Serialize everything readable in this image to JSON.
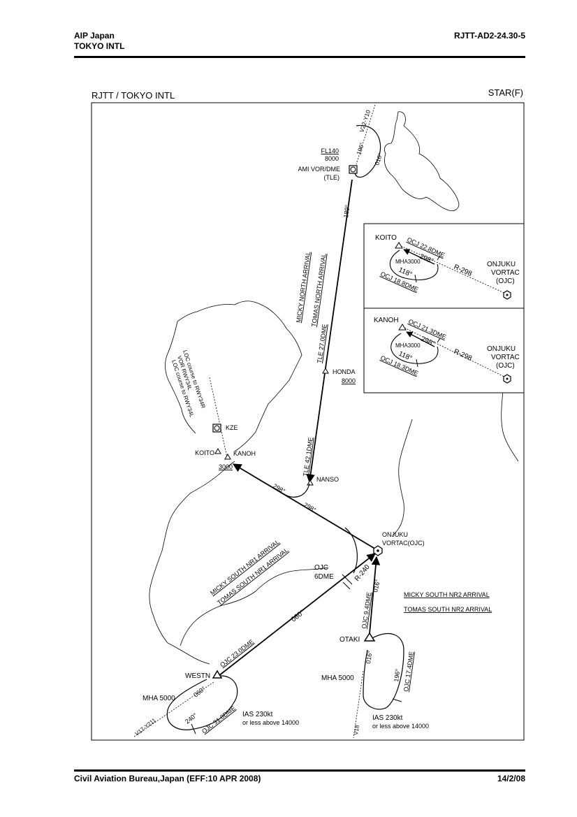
{
  "header": {
    "left_line1": "AIP Japan",
    "left_line2": "TOKYO INTL",
    "right": "RJTT-AD2-24.30-5"
  },
  "chart": {
    "title": "RJTT / TOKYO  INTL",
    "type_label": "STAR(F)",
    "airway_north": "V22-Y10",
    "ami": {
      "name": "AMI VOR/DME",
      "ident": "(TLE)",
      "fl": "FL140",
      "alt": "8000",
      "out": "196°",
      "in": "016°"
    },
    "track_189": "189°",
    "arrivals_north": [
      "MICKY NORTH ARRIVAL",
      "TOMAS NORTH ARRIVAL"
    ],
    "tle27": "TLE 27.0DME",
    "honda": {
      "name": "HONDA",
      "alt": "8000"
    },
    "tle42": "TLE 42.1DME",
    "nanso": "NANSO",
    "loc_notes": [
      "LOC course to RWY34R",
      "VOR RWY34L",
      "LOC course to RWY34L"
    ],
    "kze": "KZE",
    "koito": "KOITO",
    "kanoh": "KANOH",
    "kanoh_alt": "3000",
    "r298a": "298°",
    "r298b": "298°",
    "onjuku": {
      "line1": "ONJUKU",
      "line2": "VORTAC(OJC)"
    },
    "ojc6": {
      "line1": "OJC",
      "line2": "6DME"
    },
    "r240": "R-240",
    "r016": "016°",
    "arrivals_south1": [
      "MICKY SOUTH NR1 ARRIVAL",
      "TOMAS SOUTH NR1 ARRIVAL"
    ],
    "arrivals_south2": [
      "MICKY SOUTH NR2 ARRIVAL",
      "TOMAS SOUTH NR2 ARRIVAL"
    ],
    "track_060": "060°",
    "ojc230": "OJC 23.0DME",
    "westn": "WESTN",
    "westn_mha": "MHA 5000",
    "westn_in": "060°",
    "westn_out": "240°",
    "ojc310": "OJC 31.0DME",
    "airway_sw": "V17-Y211",
    "ias_w": [
      "IAS 230kt",
      "or less above 14000"
    ],
    "ojc94": "OJC 9.4DME",
    "otaki": "OTAKI",
    "otaki_mha": "MHA 5000",
    "otaki_in": "016°",
    "otaki_out": "196°",
    "ojc174": "OJC 17.4DME",
    "airway_s": "V18",
    "ias_s": [
      "IAS 230kt",
      "or less above 14000"
    ],
    "inset1": {
      "fix": "KOITO",
      "dme1": "OCJ 22.8DME",
      "mha": "MHA3000",
      "out": "298°",
      "in": "118°",
      "dme2": "OCJ 18.8DME",
      "radial": "R-298",
      "nav": [
        "ONJUKU",
        "VORTAC",
        "(OJC)"
      ]
    },
    "inset2": {
      "fix": "KANOH",
      "dme1": "OCJ 21.3DME",
      "mha": "MHA3000",
      "out": "298°",
      "in": "118°",
      "dme2": "OCJ 18.3DME",
      "radial": "R-298",
      "nav": [
        "ONJUKU",
        "VORTAC",
        "(OJC)"
      ]
    }
  },
  "footer": {
    "left": "Civil Aviation Bureau,Japan (EFF:10 APR 2008)",
    "right": "14/2/08"
  }
}
